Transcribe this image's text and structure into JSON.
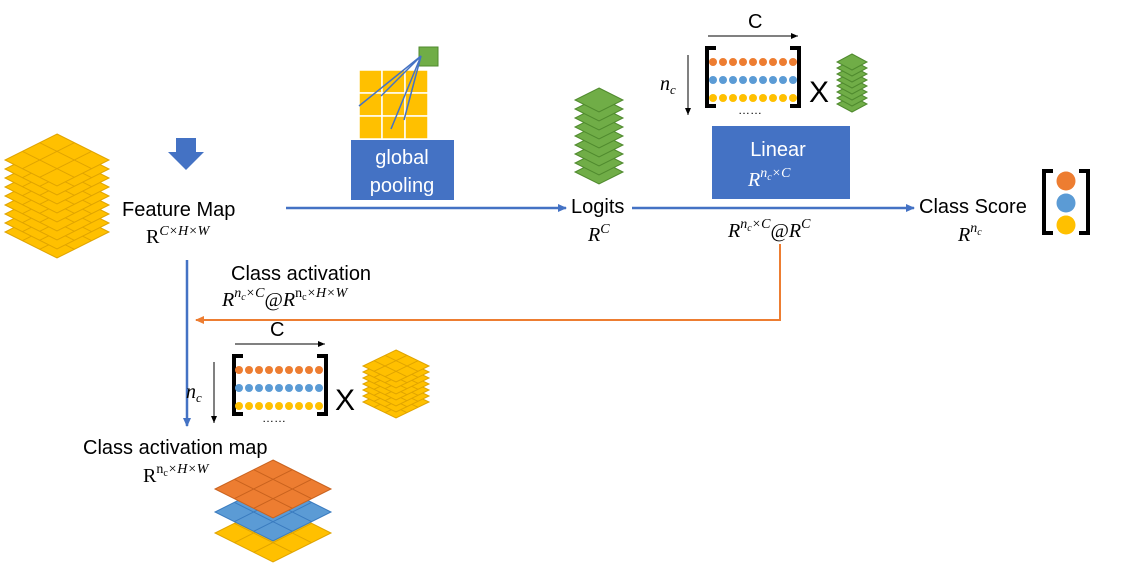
{
  "feature_map": {
    "label": "Feature Map",
    "dim_base": "R",
    "dim_sup": "C×H×W"
  },
  "pooling": {
    "line1": "global",
    "line2": "pooling"
  },
  "logits": {
    "label": "Logits",
    "dim_base": "R",
    "dim_sup": "C"
  },
  "linear": {
    "label": "Linear",
    "dim_base": "R",
    "dim_sup_sub_n": "n",
    "dim_sup_sub_c": "c",
    "dim_sup_rest": "×C"
  },
  "linear_op": {
    "part1_base": "R",
    "part1_n": "n",
    "part1_c": "c",
    "part1_rest": "×C",
    "at": "@",
    "part2_base": "R",
    "part2_sup": "C"
  },
  "class_score": {
    "label": "Class Score",
    "dim_base": "R",
    "dim_n": "n",
    "dim_c": "c"
  },
  "class_activation": {
    "label": "Class activation",
    "part1_base": "R",
    "part1_n": "n",
    "part1_c": "c",
    "part1_rest": "×C",
    "at": "@",
    "part2_base": "R",
    "part2_n": "n",
    "part2_c": "c",
    "part2_rest": "×H×W"
  },
  "cam": {
    "label": "Class activation map",
    "dim_base": "R",
    "dim_n": "n",
    "dim_c": "c",
    "dim_rest": "×H×W"
  },
  "weight_matrix": {
    "col_label": "C",
    "row_label_n": "n",
    "row_label_c": "c",
    "ellipsis": "……",
    "times": "X"
  },
  "colors": {
    "arrow_blue": "#4472C4",
    "arrow_orange": "#ED7D31",
    "box_blue": "#4472C4",
    "yellow": "#FFC000",
    "green": "#70AD47",
    "orange": "#ED7D31",
    "blue": "#5B9BD5"
  }
}
